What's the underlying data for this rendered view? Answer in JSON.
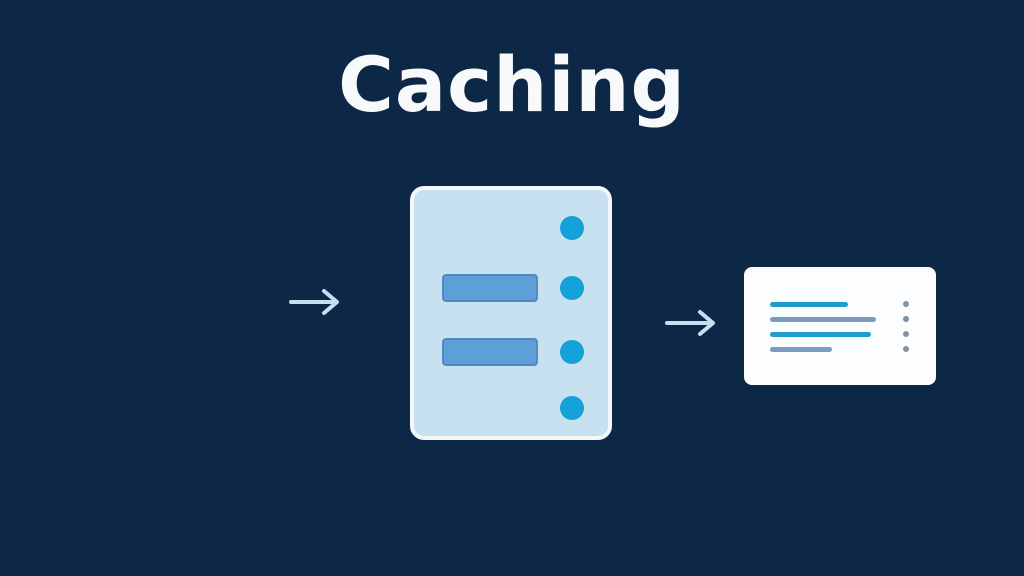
{
  "title": "Caching",
  "colors": {
    "background": "#0d2747",
    "title": "#f7f9fb",
    "server_fill": "#c7e1f1",
    "server_border": "#f4f8fb",
    "slot": "#5d9fd6",
    "led": "#14a0d8",
    "card_fill": "#fbfdfe",
    "line_accent": "#1f9bcf",
    "line_muted": "#7a9cc0",
    "arrow": "#c5dff0"
  },
  "diagram": {
    "input_arrow": {
      "icon": "arrow-right-icon"
    },
    "cache_server": {
      "icon": "server-icon",
      "slots": 2,
      "leds": 4
    },
    "output_arrow": {
      "icon": "arrow-right-icon"
    },
    "result_card": {
      "icon": "document-card-icon",
      "lines": 4,
      "dots": 4
    }
  }
}
